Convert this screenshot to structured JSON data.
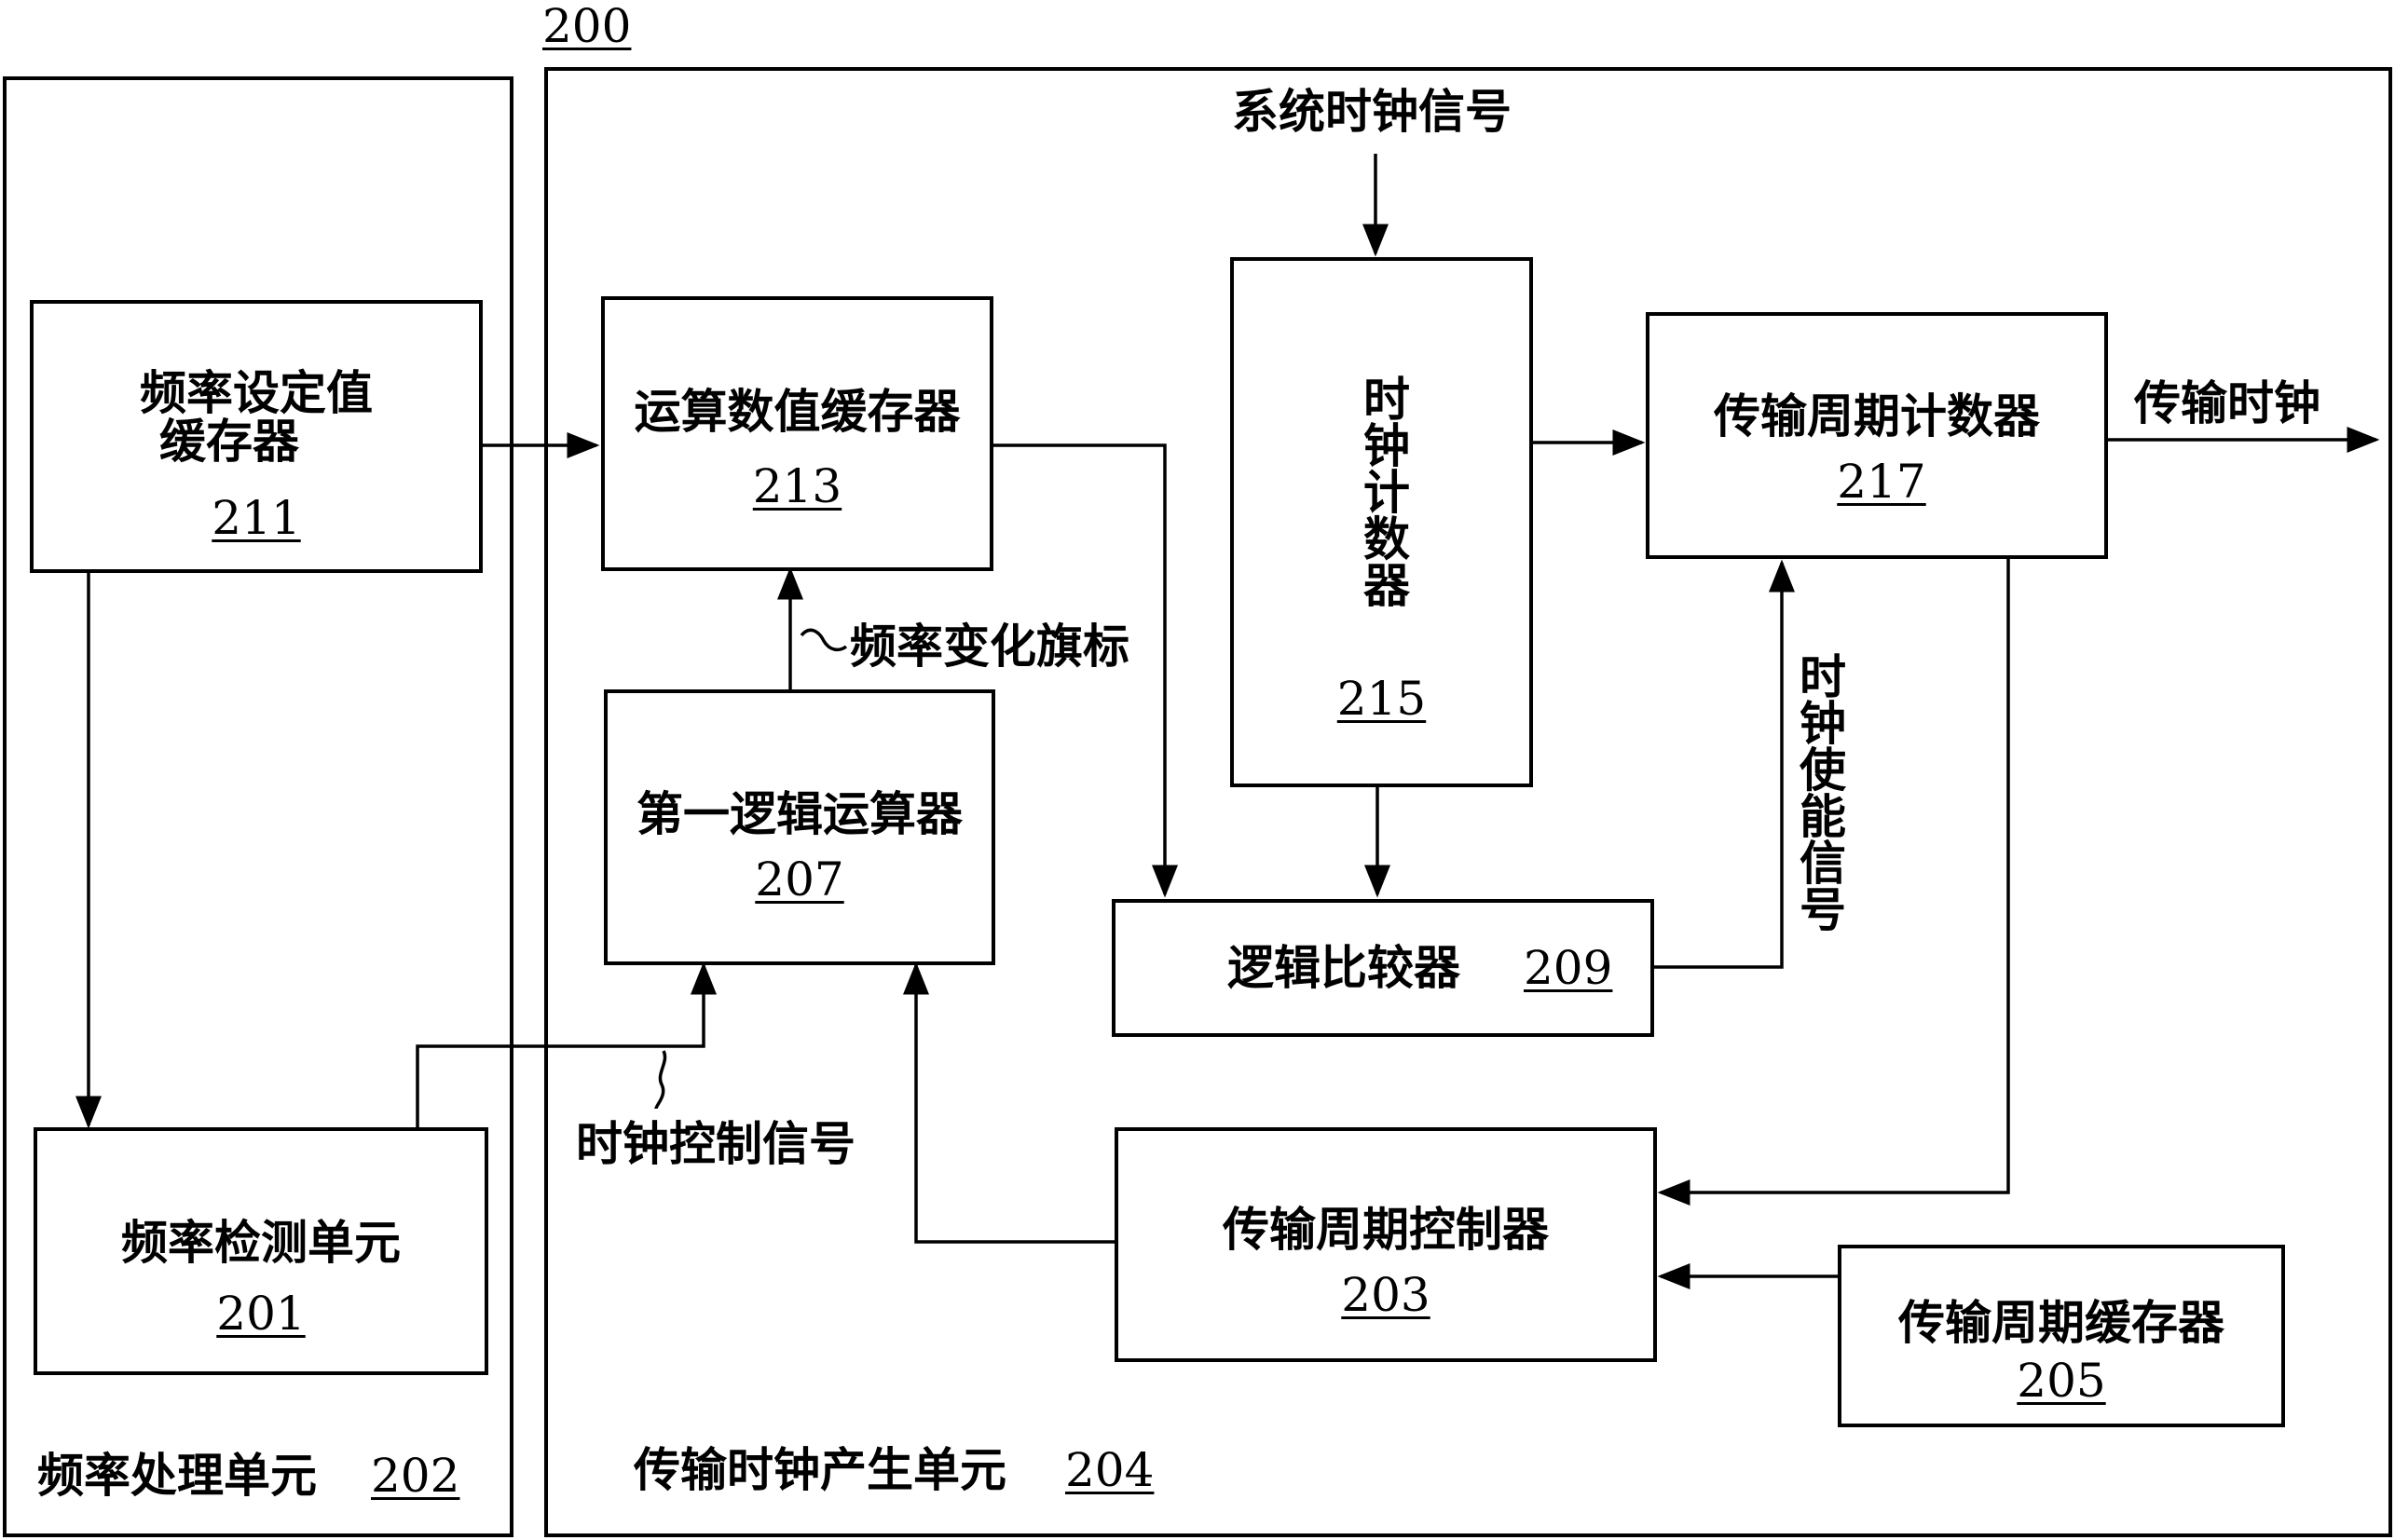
{
  "system_number": "200",
  "frequency_processing_unit": {
    "label": "频率处理单元",
    "number": "202"
  },
  "transmission_clock_unit": {
    "label": "传输时钟产生单元",
    "number": "204"
  },
  "freq_setpoint_register": {
    "line1": "频率设定值",
    "line2": "缓存器",
    "number": "211"
  },
  "freq_detection_unit": {
    "label": "频率检测单元",
    "number": "201"
  },
  "operand_register": {
    "label": "运算数值缓存器",
    "number": "213"
  },
  "first_logic_operator": {
    "label": "第一逻辑运算器",
    "number": "207"
  },
  "clock_counter": {
    "label": "时钟计数器",
    "number": "215"
  },
  "logic_comparator": {
    "label": "逻辑比较器",
    "number": "209"
  },
  "transmission_period_counter": {
    "label": "传输周期计数器",
    "number": "217"
  },
  "transmission_period_controller": {
    "label": "传输周期控制器",
    "number": "203"
  },
  "transmission_period_register": {
    "label": "传输周期缓存器",
    "number": "205"
  },
  "signals": {
    "system_clock": "系统时钟信号",
    "transmission_clock": "传输时钟",
    "freq_change_flag": "频率变化旗标",
    "clock_control": "时钟控制信号",
    "clock_enable": "时钟使能信号"
  }
}
